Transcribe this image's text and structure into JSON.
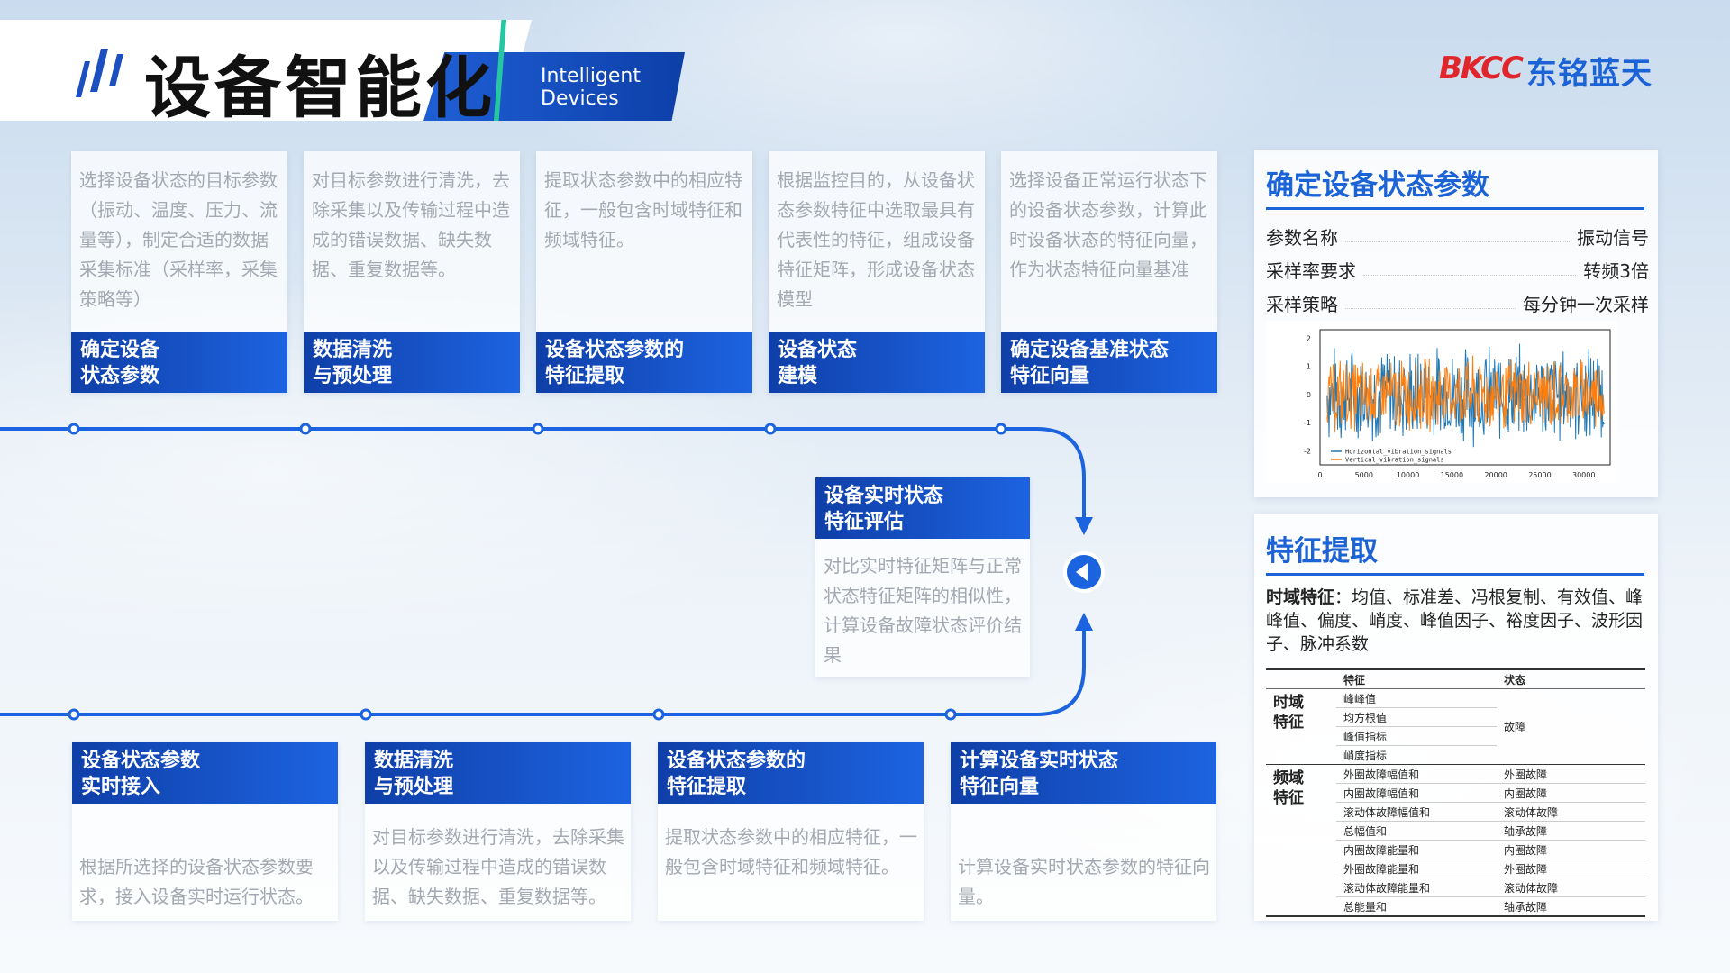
{
  "header": {
    "title": "设备智能化",
    "subtitle": "Intelligent\nDevices",
    "brand_mark": "BKCC",
    "brand_name": "东铭蓝天"
  },
  "top_steps": [
    {
      "label": "确定设备\n状态参数",
      "desc": "选择设备状态的目标参数（振动、温度、压力、流量等），制定合适的数据采集标准（采样率，采集策略等）"
    },
    {
      "label": "数据清洗\n与预处理",
      "desc": "对目标参数进行清洗，去除采集以及传输过程中造成的错误数据、缺失数据、重复数据等。"
    },
    {
      "label": "设备状态参数的\n特征提取",
      "desc": "提取状态参数中的相应特征，一般包含时域特征和频域特征。"
    },
    {
      "label": "设备状态\n建模",
      "desc": "根据监控目的，从设备状态参数特征中选取最具有代表性的特征，组成设备特征矩阵，形成设备状态模型"
    },
    {
      "label": "确定设备基准状态\n特征向量",
      "desc": "选择设备正常运行状态下的设备状态参数，计算此时设备状态的特征向量，作为状态特征向量基准"
    }
  ],
  "middle_step": {
    "label": "设备实时状态\n特征评估",
    "desc": "对比实时特征矩阵与正常状态特征矩阵的相似性，计算设备故障状态评价结果"
  },
  "bottom_steps": [
    {
      "label": "设备状态参数\n实时接入",
      "desc": "根据所选择的设备状态参数要求，接入设备实时运行状态。"
    },
    {
      "label": "数据清洗\n与预处理",
      "desc": "对目标参数进行清洗，去除采集以及传输过程中造成的错误数据、缺失数据、重复数据等。"
    },
    {
      "label": "设备状态参数的\n特征提取",
      "desc": "提取状态参数中的相应特征，一般包含时域特征和频域特征。"
    },
    {
      "label": "计算设备实时状态\n特征向量",
      "desc": "计算设备实时状态参数的特征向量。"
    }
  ],
  "panel_params": {
    "title": "确定设备状态参数",
    "rows": [
      {
        "key": "参数名称",
        "value": "振动信号"
      },
      {
        "key": "采样率要求",
        "value": "转频3倍"
      },
      {
        "key": "采样策略",
        "value": "每分钟一次采样"
      }
    ]
  },
  "chart_data": {
    "type": "line",
    "series": [
      {
        "name": "Horizontal_vibration_signals",
        "color": "#1f77b4"
      },
      {
        "name": "Vertical_vibration_signals",
        "color": "#ff7f0e"
      }
    ],
    "x_ticks": [
      "0",
      "5000",
      "10000",
      "15000",
      "20000",
      "25000",
      "30000"
    ],
    "y_ticks": [
      "2",
      "1",
      "0",
      "-1",
      "-2"
    ],
    "xlim": [
      0,
      33000
    ],
    "ylim": [
      -2.5,
      2.3
    ]
  },
  "panel_features": {
    "title": "特征提取",
    "time_label": "时域特征",
    "time_text": "：均值、标准差、冯根复制、有效值、峰峰值、偏度、峭度、峰值因子、裕度因子、波形因子、脉冲系数",
    "table": {
      "col_feature": "特征",
      "col_state": "状态",
      "time_group": "时域\n特征",
      "time_rows": [
        "峰峰值",
        "均方根值",
        "峰值指标",
        "峭度指标"
      ],
      "time_state": "故障",
      "freq_group": "频域\n特征",
      "freq_rows": [
        {
          "feature": "外圈故障幅值和",
          "state": "外圈故障"
        },
        {
          "feature": "内圈故障幅值和",
          "state": "内圈故障"
        },
        {
          "feature": "滚动体故障幅值和",
          "state": "滚动体故障"
        },
        {
          "feature": "总幅值和",
          "state": "轴承故障"
        },
        {
          "feature": "内圈故障能量和",
          "state": "内圈故障"
        },
        {
          "feature": "外圈故障能量和",
          "state": "外圈故障"
        },
        {
          "feature": "滚动体故障能量和",
          "state": "滚动体故障"
        },
        {
          "feature": "总能量和",
          "state": "轴承故障"
        }
      ]
    }
  }
}
